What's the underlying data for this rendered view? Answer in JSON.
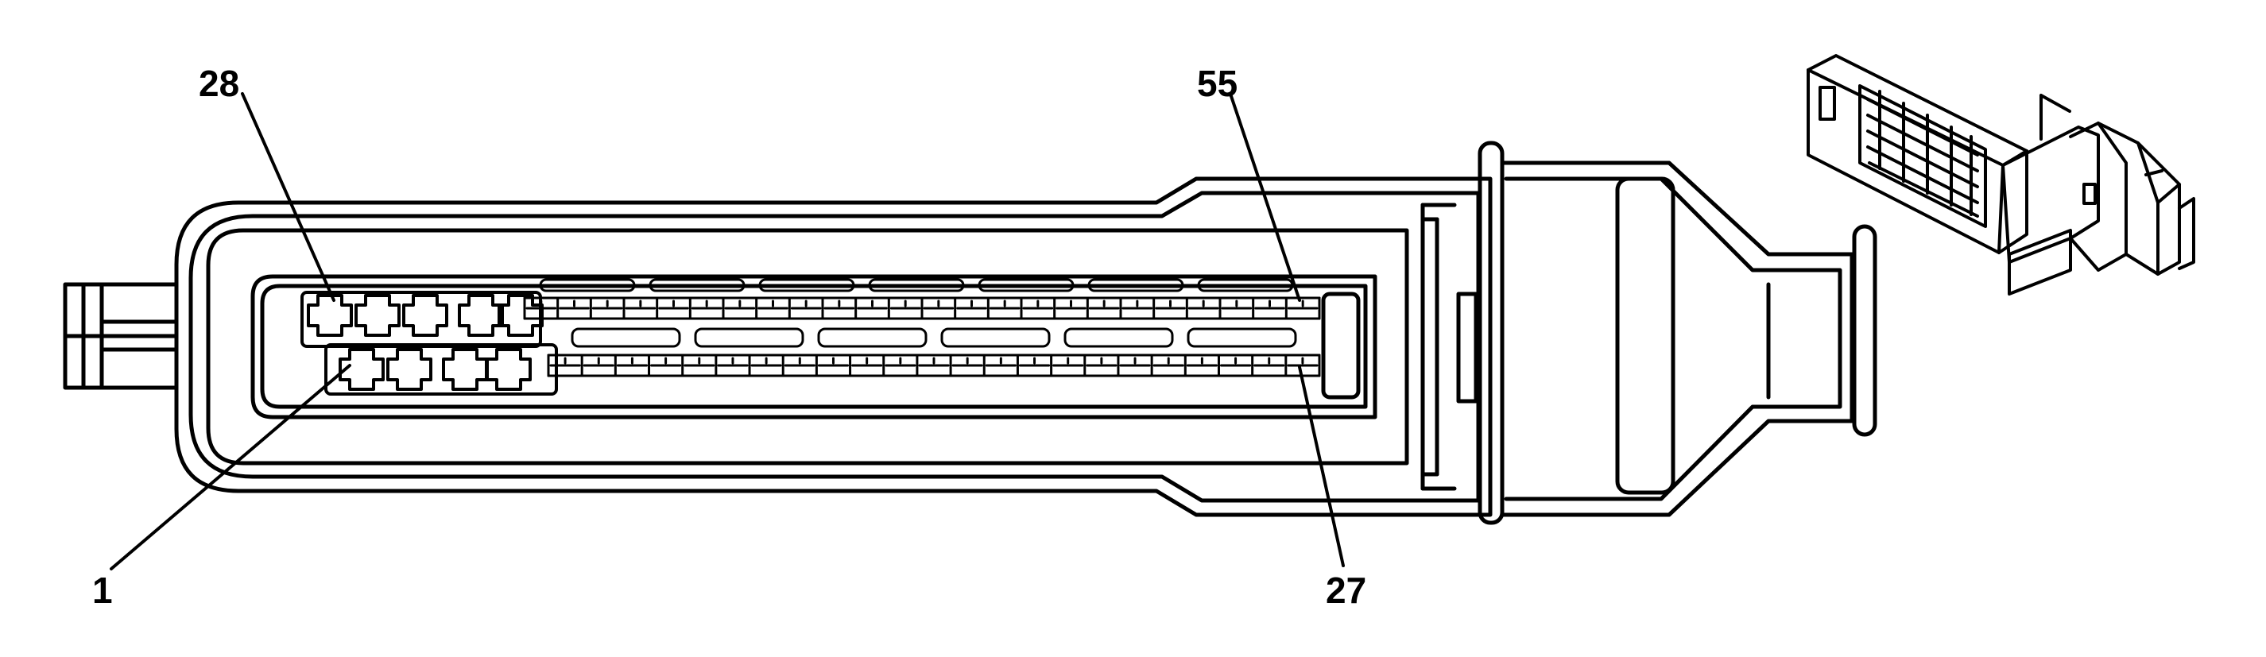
{
  "diagram": {
    "pin_labels": {
      "top_left": "28",
      "top_right": "55",
      "bottom_left": "1",
      "bottom_right": "27"
    },
    "colors": {
      "stroke": "#000000",
      "background": "#ffffff"
    },
    "icons": [
      "connector-face-view",
      "connector-isometric-view"
    ]
  }
}
